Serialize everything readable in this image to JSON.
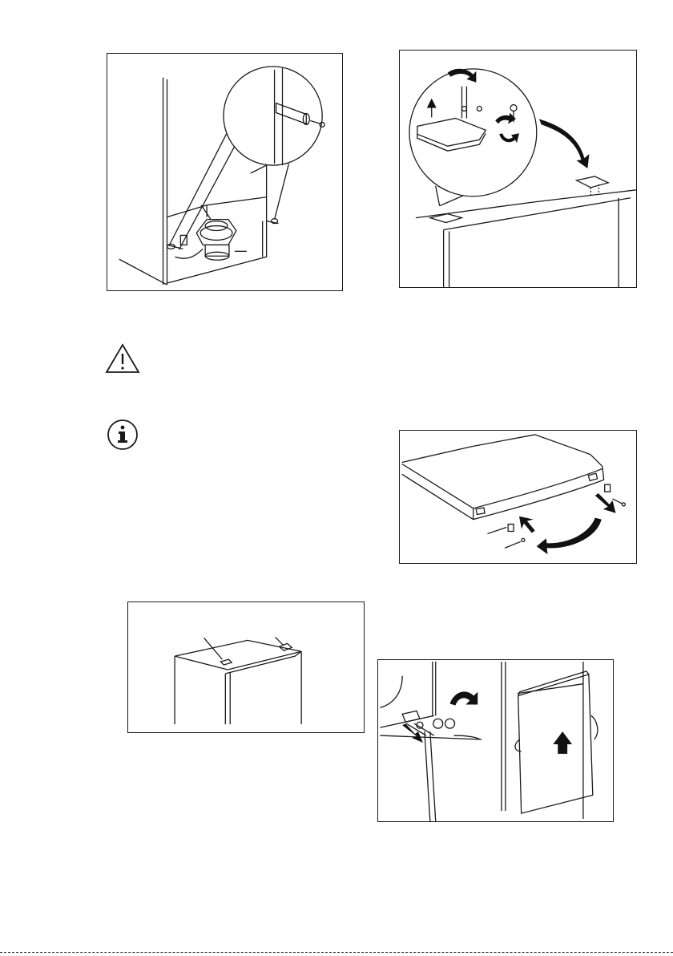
{
  "page": {
    "figures": [
      {
        "id": "fig1",
        "name": "hinge-pin-detail"
      },
      {
        "id": "fig2",
        "name": "top-hinge-bracket"
      },
      {
        "id": "fig3",
        "name": "door-end-caps"
      },
      {
        "id": "fig4",
        "name": "cabinet-top-covers"
      },
      {
        "id": "fig5",
        "name": "door-lift-off"
      }
    ],
    "symbols": {
      "warning": "warning-triangle-icon",
      "info": "info-circle-icon",
      "info_glyph": "i",
      "warning_glyph": "!"
    },
    "colors": {
      "line": "#1a1a1a",
      "fill_grey": "#cfcfcf",
      "arrow": "#111111"
    }
  }
}
